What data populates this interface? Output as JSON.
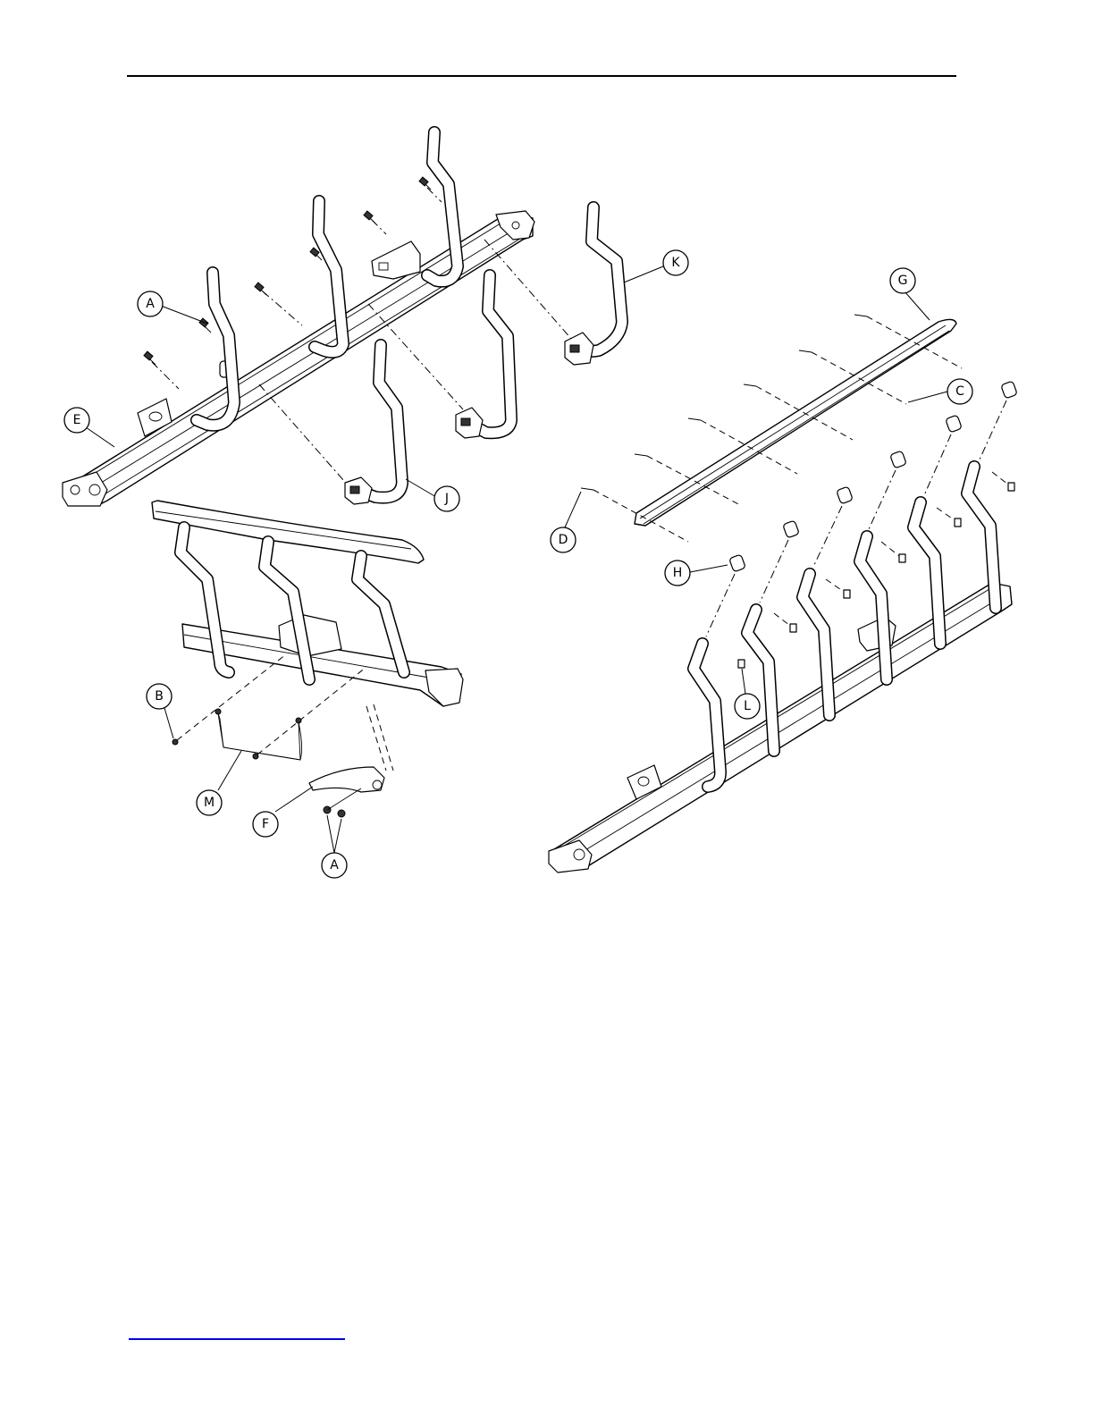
{
  "labels": {
    "A_top": "A",
    "E": "E",
    "J": "J",
    "K": "K",
    "G": "G",
    "C": "C",
    "D": "D",
    "H": "H",
    "L": "L",
    "B": "B",
    "M": "M",
    "F": "F",
    "A_bottom": "A"
  },
  "colors": {
    "line": "#000000",
    "footer_link_rule": "#0000ee"
  }
}
